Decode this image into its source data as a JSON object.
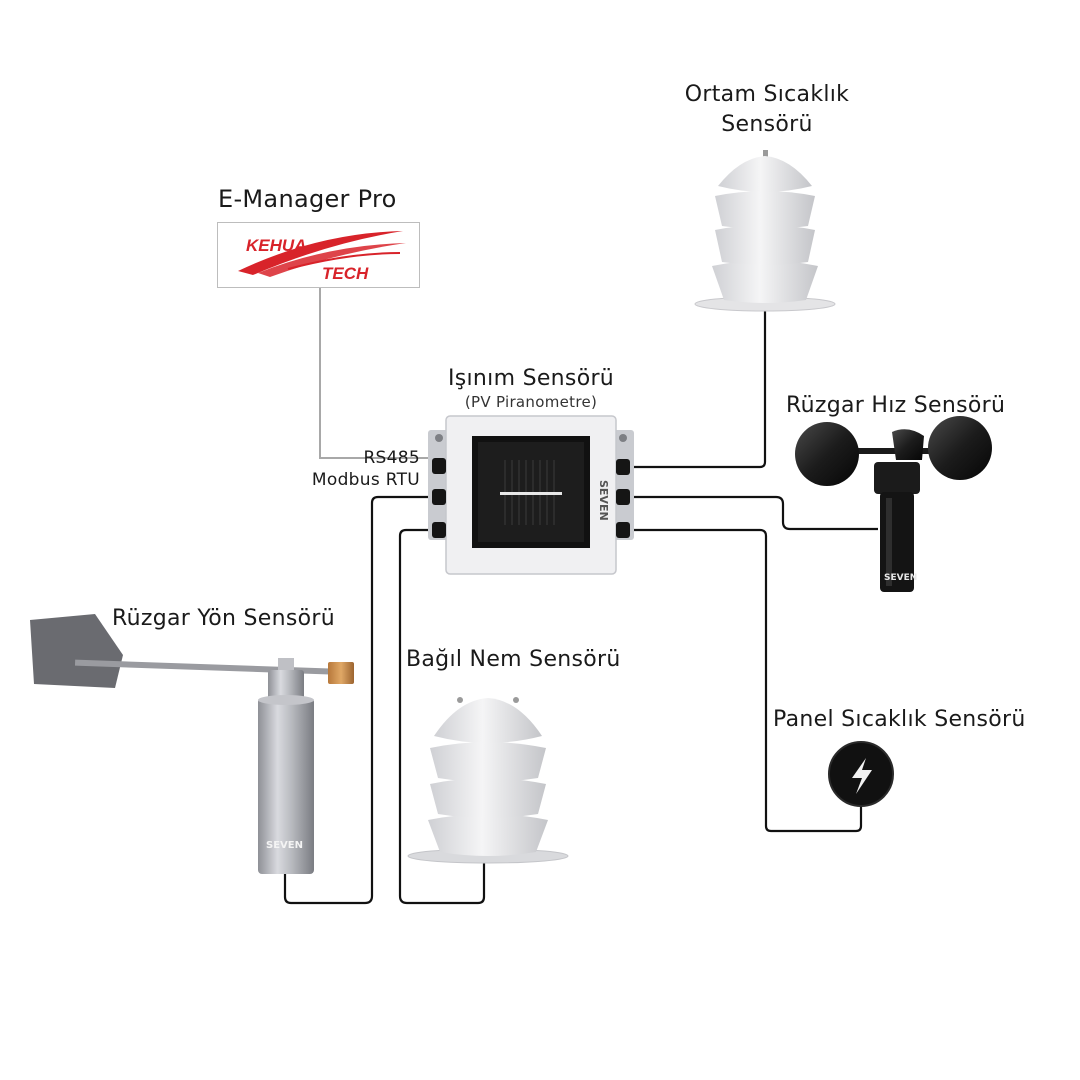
{
  "labels": {
    "emanager": "E-Manager Pro",
    "kehua_line1": "KEHUA",
    "kehua_line2": "TECH",
    "isinim_title": "Işınım Sensörü",
    "isinim_sub": "(PV Piranometre)",
    "ortam_line1": "Ortam Sıcaklık",
    "ortam_line2": "Sensörü",
    "ruzgar_hiz": "Rüzgar Hız Sensörü",
    "ruzgar_yon": "Rüzgar Yön Sensörü",
    "bagil_nem": "Bağıl Nem Sensörü",
    "panel_sicaklik": "Panel Sıcaklık Sensörü",
    "rs485": "RS485",
    "modbus": "Modbus RTU",
    "brand_text": "SEVEN"
  },
  "colors": {
    "accent_red": "#d8232a",
    "cable": "#111111",
    "grey_cable": "#a8a8a8"
  }
}
